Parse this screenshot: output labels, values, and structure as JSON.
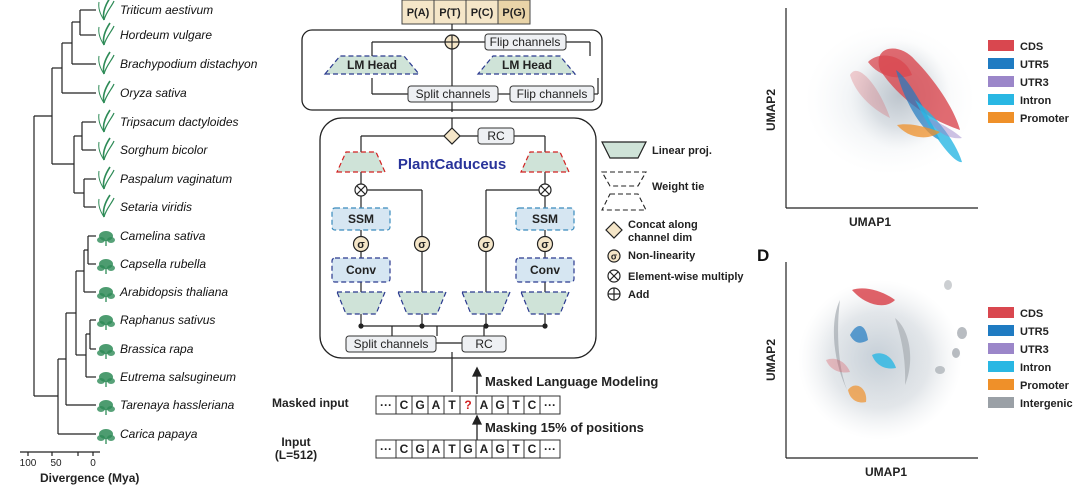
{
  "colors": {
    "cds": "#d9474f",
    "utr5": "#1f7bc2",
    "utr3": "#9b86c9",
    "intron": "#29b7e3",
    "promoter": "#ef9029",
    "intergenic": "#9aa0a6",
    "plant": "#2e8b57",
    "accent_title": "#28339a",
    "mask": "#d22020"
  },
  "tree": {
    "species": [
      "Triticum aestivum",
      "Hordeum vulgare",
      "Brachypodium distachyon",
      "Oryza sativa",
      "Tripsacum dactyloides",
      "Sorghum bicolor",
      "Paspalum vaginatum",
      "Setaria viridis",
      "Camelina sativa",
      "Capsella rubella",
      "Arabidopsis thaliana",
      "Raphanus sativus",
      "Brassica rapa",
      "Eutrema salsugineum",
      "Tarenaya hassleriana",
      "Carica papaya"
    ],
    "axis_ticks": [
      "100",
      "50",
      "0"
    ],
    "axis_label": "Divergence (Mya)"
  },
  "diagram": {
    "outputs": [
      "P(A)",
      "P(T)",
      "P(C)",
      "P(G)"
    ],
    "flip_channels": "Flip channels",
    "lm_head": "LM Head",
    "split_channels": "Split channels",
    "rc": "RC",
    "model_name": "PlantCaduceus",
    "ssm": "SSM",
    "conv": "Conv",
    "sigma": "σ",
    "mlm_label": "Masked Language Modeling",
    "masking_label": "Masking 15% of positions",
    "masked_input_label": "Masked input",
    "input_label_1": "Input",
    "input_label_2": "(L=512)",
    "masked_seq": [
      "···",
      "C",
      "G",
      "A",
      "T",
      "?",
      "A",
      "G",
      "T",
      "C",
      "···"
    ],
    "input_seq": [
      "···",
      "C",
      "G",
      "A",
      "T",
      "G",
      "A",
      "G",
      "T",
      "C",
      "···"
    ]
  },
  "legend": {
    "linear_proj": "Linear proj.",
    "weight_tie": "Weight tie",
    "concat_1": "Concat along",
    "concat_2": "channel dim",
    "nonlinearity": "Non-linearity",
    "multiply": "Element-wise multiply",
    "add": "Add"
  },
  "umap_top": {
    "xlabel": "UMAP1",
    "ylabel": "UMAP2",
    "legend": [
      "CDS",
      "UTR5",
      "UTR3",
      "Intron",
      "Promoter"
    ]
  },
  "umap_bottom": {
    "panel_label": "D",
    "xlabel": "UMAP1",
    "ylabel": "UMAP2",
    "legend": [
      "CDS",
      "UTR5",
      "UTR3",
      "Intron",
      "Promoter",
      "Intergenic"
    ]
  }
}
